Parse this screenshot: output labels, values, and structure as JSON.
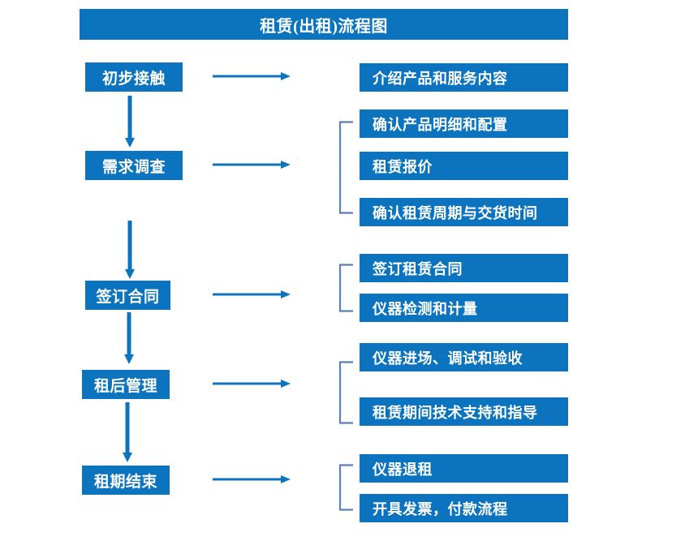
{
  "diagram": {
    "title": "租赁(出租)流程图",
    "accent_color": "#0c74bf",
    "bracket_color": "#5b7fb8",
    "text_color": "#ffffff",
    "background_color": "#ffffff",
    "stages": [
      {
        "id": "stage-1",
        "label": "初步接触",
        "details": [
          "介绍产品和服务内容"
        ]
      },
      {
        "id": "stage-2",
        "label": "需求调查",
        "details": [
          "确认产品明细和配置",
          "租赁报价",
          "确认租赁周期与交货时间"
        ]
      },
      {
        "id": "stage-3",
        "label": "签订合同",
        "details": [
          "签订租赁合同",
          "仪器检测和计量"
        ]
      },
      {
        "id": "stage-4",
        "label": "租后管理",
        "details": [
          "仪器进场、调试和验收",
          "租赁期间技术支持和指导"
        ]
      },
      {
        "id": "stage-5",
        "label": "租期结束",
        "details": [
          "仪器退租",
          "开具发票，付款流程"
        ]
      }
    ]
  }
}
